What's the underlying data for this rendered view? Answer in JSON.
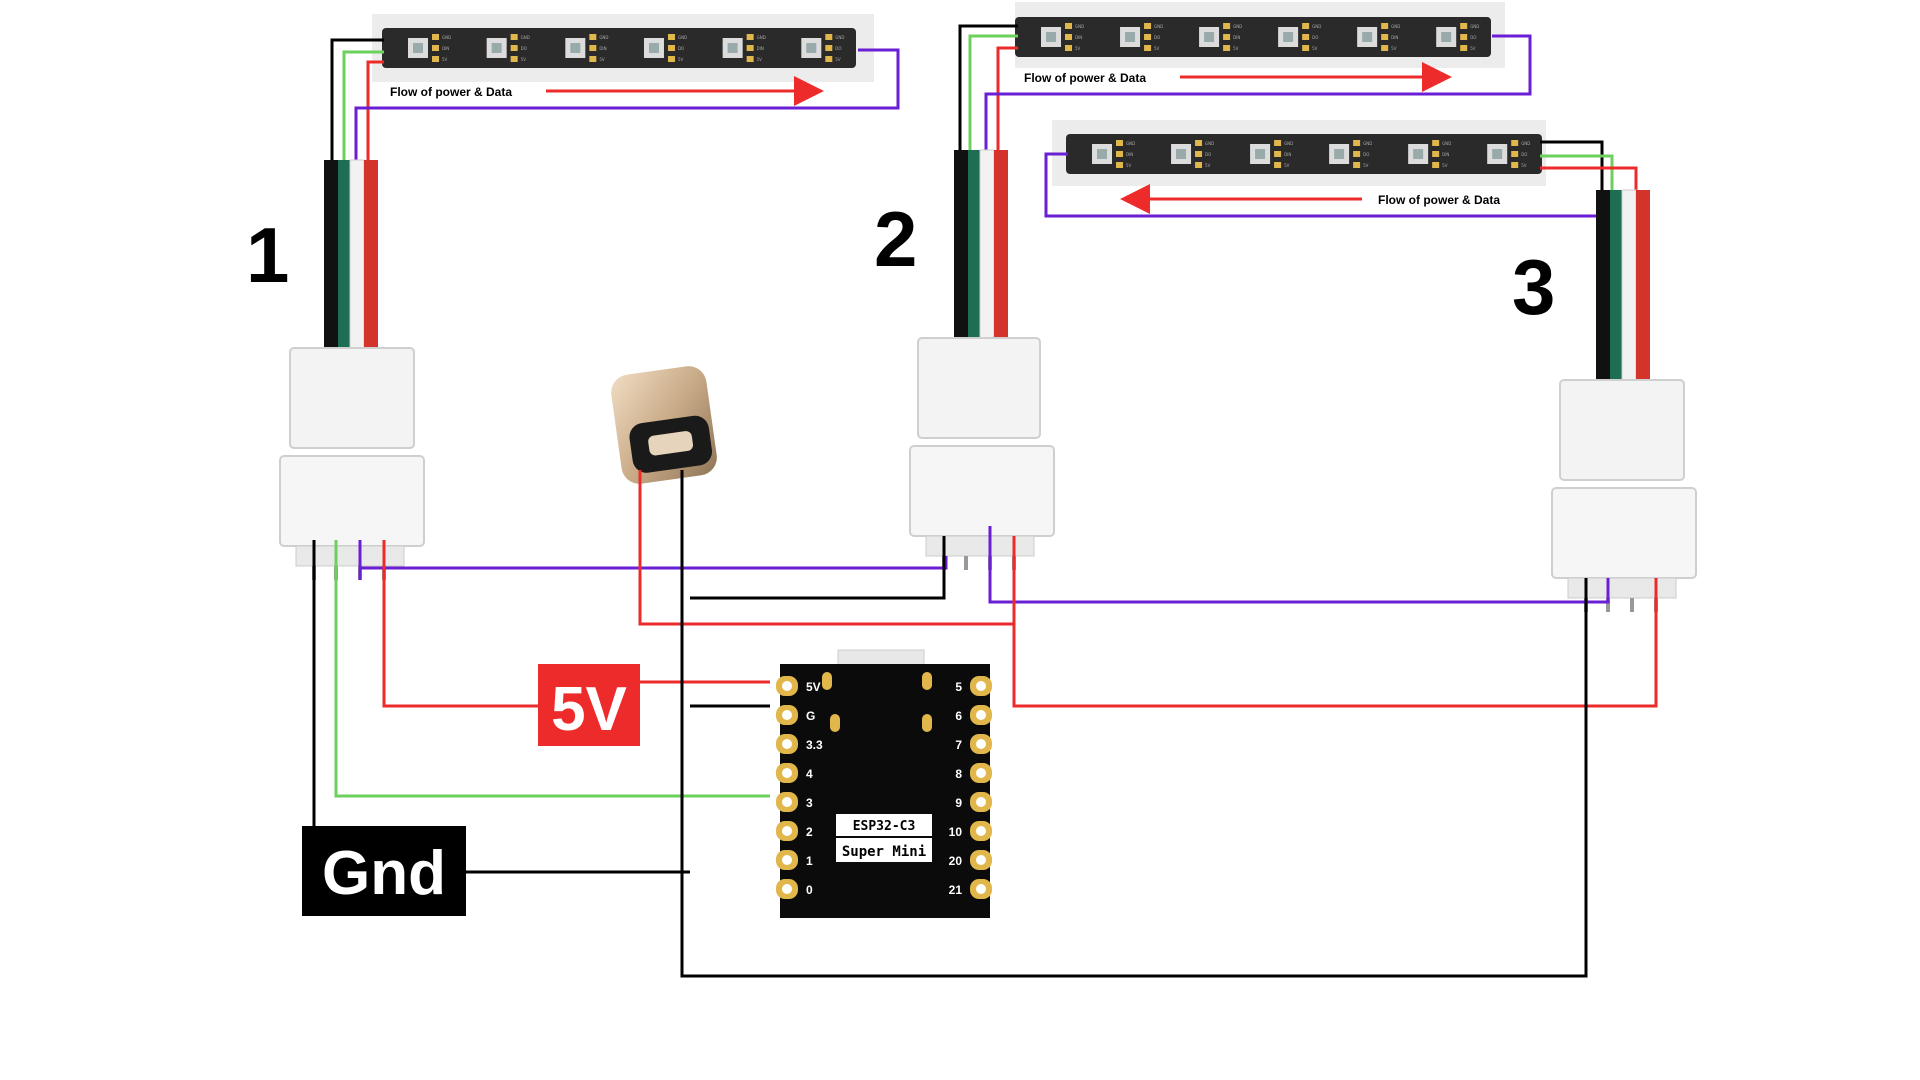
{
  "strips": [
    {
      "number": "1",
      "flow_label": "Flow of power & Data",
      "flow_direction": "right"
    },
    {
      "number": "2",
      "flow_label": "Flow of power & Data",
      "flow_direction": "right"
    },
    {
      "number": "3",
      "flow_label": "Flow of power & Data",
      "flow_direction": "left"
    }
  ],
  "strip_pad_labels": {
    "row1": [
      "GND",
      "GND",
      "GND",
      "GND"
    ],
    "row2": [
      "DIN",
      "DO",
      "DIN",
      "DO"
    ],
    "row3": [
      "5V",
      "5V",
      "5V",
      "5V"
    ]
  },
  "board": {
    "name_line1": "ESP32-C3",
    "name_line2": "Super Mini",
    "left_pins": [
      "5V",
      "G",
      "3.3",
      "4",
      "3",
      "2",
      "1",
      "0"
    ],
    "right_pins": [
      "5",
      "6",
      "7",
      "8",
      "9",
      "10",
      "20",
      "21"
    ]
  },
  "labels": {
    "five_volt": "5V",
    "ground": "Gnd"
  },
  "colors": {
    "power_wire": "#ee2b2b",
    "ground_wire": "#000000",
    "data_wire": "#6a1fd6",
    "signal_wire": "#6cd05c",
    "five_volt_bg": "#ee2b2b",
    "ground_bg": "#000000",
    "strip_body": "#2a2a2a",
    "pad_gold": "#e1b64a"
  },
  "icons": [
    "usb-c-connector-icon",
    "jst-connector-icon",
    "led-chip-icon"
  ]
}
